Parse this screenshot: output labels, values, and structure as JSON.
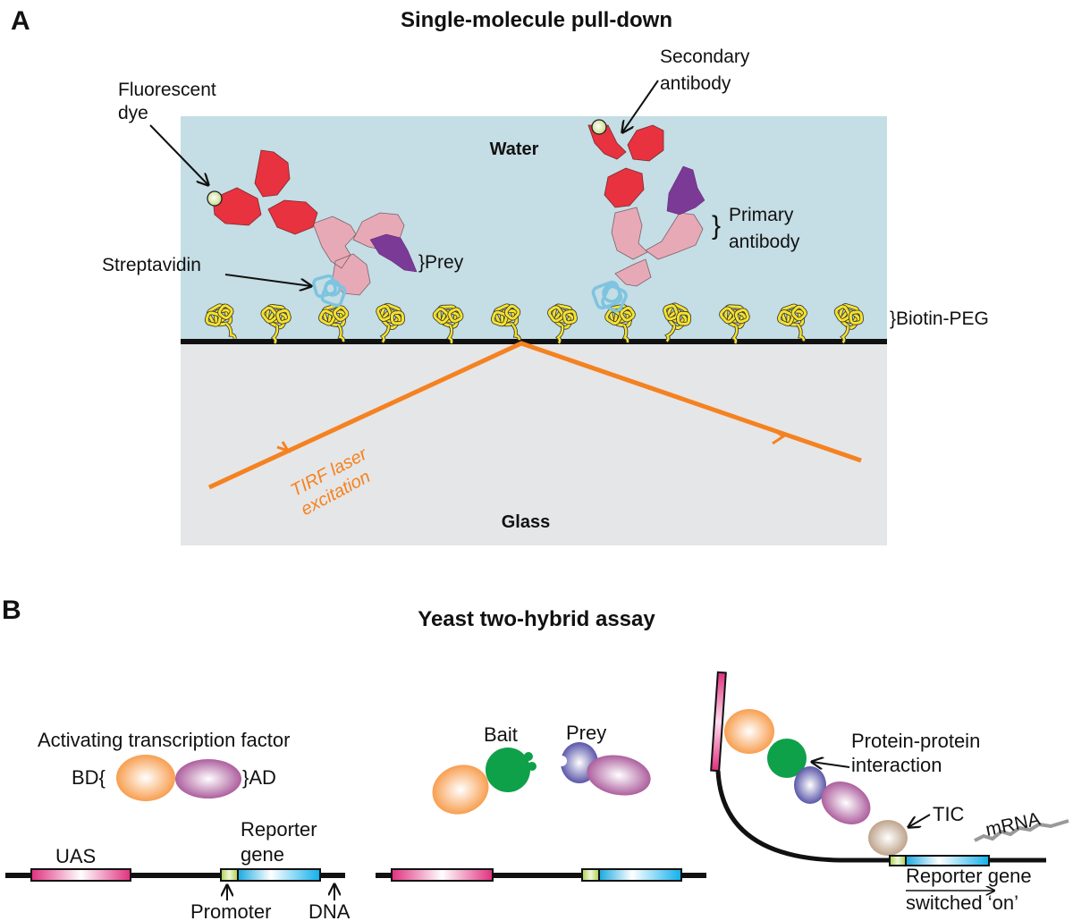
{
  "panel_a": {
    "letter": "A",
    "title": "Single-molecule pull-down",
    "water_label": "Water",
    "glass_label": "Glass",
    "labels": {
      "fluorescent_dye": [
        "Fluorescent",
        "dye"
      ],
      "secondary_antibody": [
        "Secondary",
        "antibody"
      ],
      "primary_antibody": [
        "Primary",
        "antibody"
      ],
      "prey": "}Prey",
      "streptavidin": "Streptavidin",
      "biotin_peg": "}Biotin-PEG",
      "tirf": [
        "TIRF laser",
        "excitation"
      ]
    },
    "colors": {
      "water": "#c5dde4",
      "glass": "#e5e6e8",
      "laser": "#f58220",
      "secondary_ab": "#e8323f",
      "primary_ab": "#e8a9b7",
      "prey": "#7b3a96",
      "streptavidin": "#7ec4e0",
      "peg": "#f5e22e",
      "dye": "#dbe9a8"
    },
    "peg_count": 12
  },
  "panel_b": {
    "letter": "B",
    "title": "Yeast two-hybrid assay",
    "labels": {
      "activating_tf": "Activating transcription factor",
      "bd": "BD{",
      "ad": "}AD",
      "uas": "UAS",
      "reporter_gene": [
        "Reporter",
        "gene"
      ],
      "promoter": "Promoter",
      "dna": "DNA",
      "bait": "Bait",
      "prey": "Prey",
      "ppi": [
        "Protein-protein",
        "interaction"
      ],
      "tic": "TIC",
      "mrna": "mRNA",
      "switched_on": [
        "Reporter gene",
        "switched ‘on’"
      ]
    },
    "colors": {
      "bd": "#f7a05a",
      "ad": "#b0609e",
      "bait": "#0fa04a",
      "prey": "#5a55a8",
      "tic": "#c0a890",
      "uas": "#e0388a",
      "reporter": "#1ab0e8",
      "promoter": "#b8d860"
    }
  }
}
